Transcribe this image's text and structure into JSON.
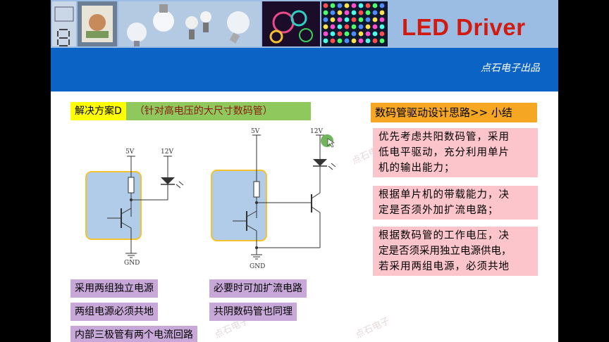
{
  "header": {
    "title": "LED Driver",
    "byline": "点石电子出品"
  },
  "solution": {
    "label": "解决方案D",
    "subtitle": "（针对高电压的大尺寸数码管）"
  },
  "circuit_left": {
    "vcc_label": "5V",
    "led_supply_label": "12V",
    "ground_label": "GND"
  },
  "circuit_right": {
    "vcc_label": "5V",
    "led_supply_label": "12V",
    "ground_label": "GND"
  },
  "notes": [
    "采用两组独立电源",
    "两组电源必须共地",
    "内部三极管有两个电流回路",
    "必要时可加扩流电路",
    "共阴数码管也同理"
  ],
  "summary": {
    "title": "数码管驱动设计思路>> 小结",
    "points": [
      [
        "优先考虑共阳数码管，采用",
        "低电平驱动，充分利用单片",
        "机的输出能力；"
      ],
      [
        "根据单片机的带载能力，决",
        "定是否须外加扩流电路；"
      ],
      [
        "根据数码管的工作电压，决",
        "定是否须采用独立电源供电，",
        "若采用两组电源，必须共地"
      ]
    ]
  },
  "watermark": "点石电子",
  "colors": {
    "banner": "#9cbde3",
    "band": "#0b63c5",
    "title": "#d11b10",
    "highlight": "#ffff00",
    "green": "#8fc95e",
    "orange": "#f5a623",
    "pink": "#fcc4cb",
    "purple": "#c8a8d8"
  }
}
